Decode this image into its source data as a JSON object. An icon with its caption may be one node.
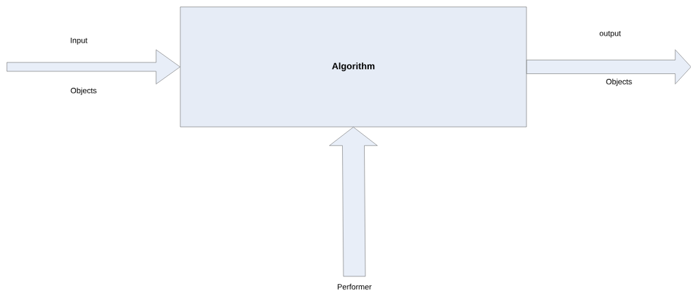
{
  "diagram": {
    "nodes": [
      {
        "text": [
          "Algorithm"
        ]
      },
      {
        "text": [
          "Performer"
        ]
      }
    ],
    "edges": [
      {
        "from": null,
        "to": 0,
        "arrow": "to"
      },
      {
        "from": 0,
        "to": null,
        "arrow": "to"
      },
      {
        "from": 1,
        "to": 0,
        "arrow": "to"
      }
    ],
    "labels": [
      "Input",
      "Objects",
      "output",
      "Objects"
    ]
  }
}
